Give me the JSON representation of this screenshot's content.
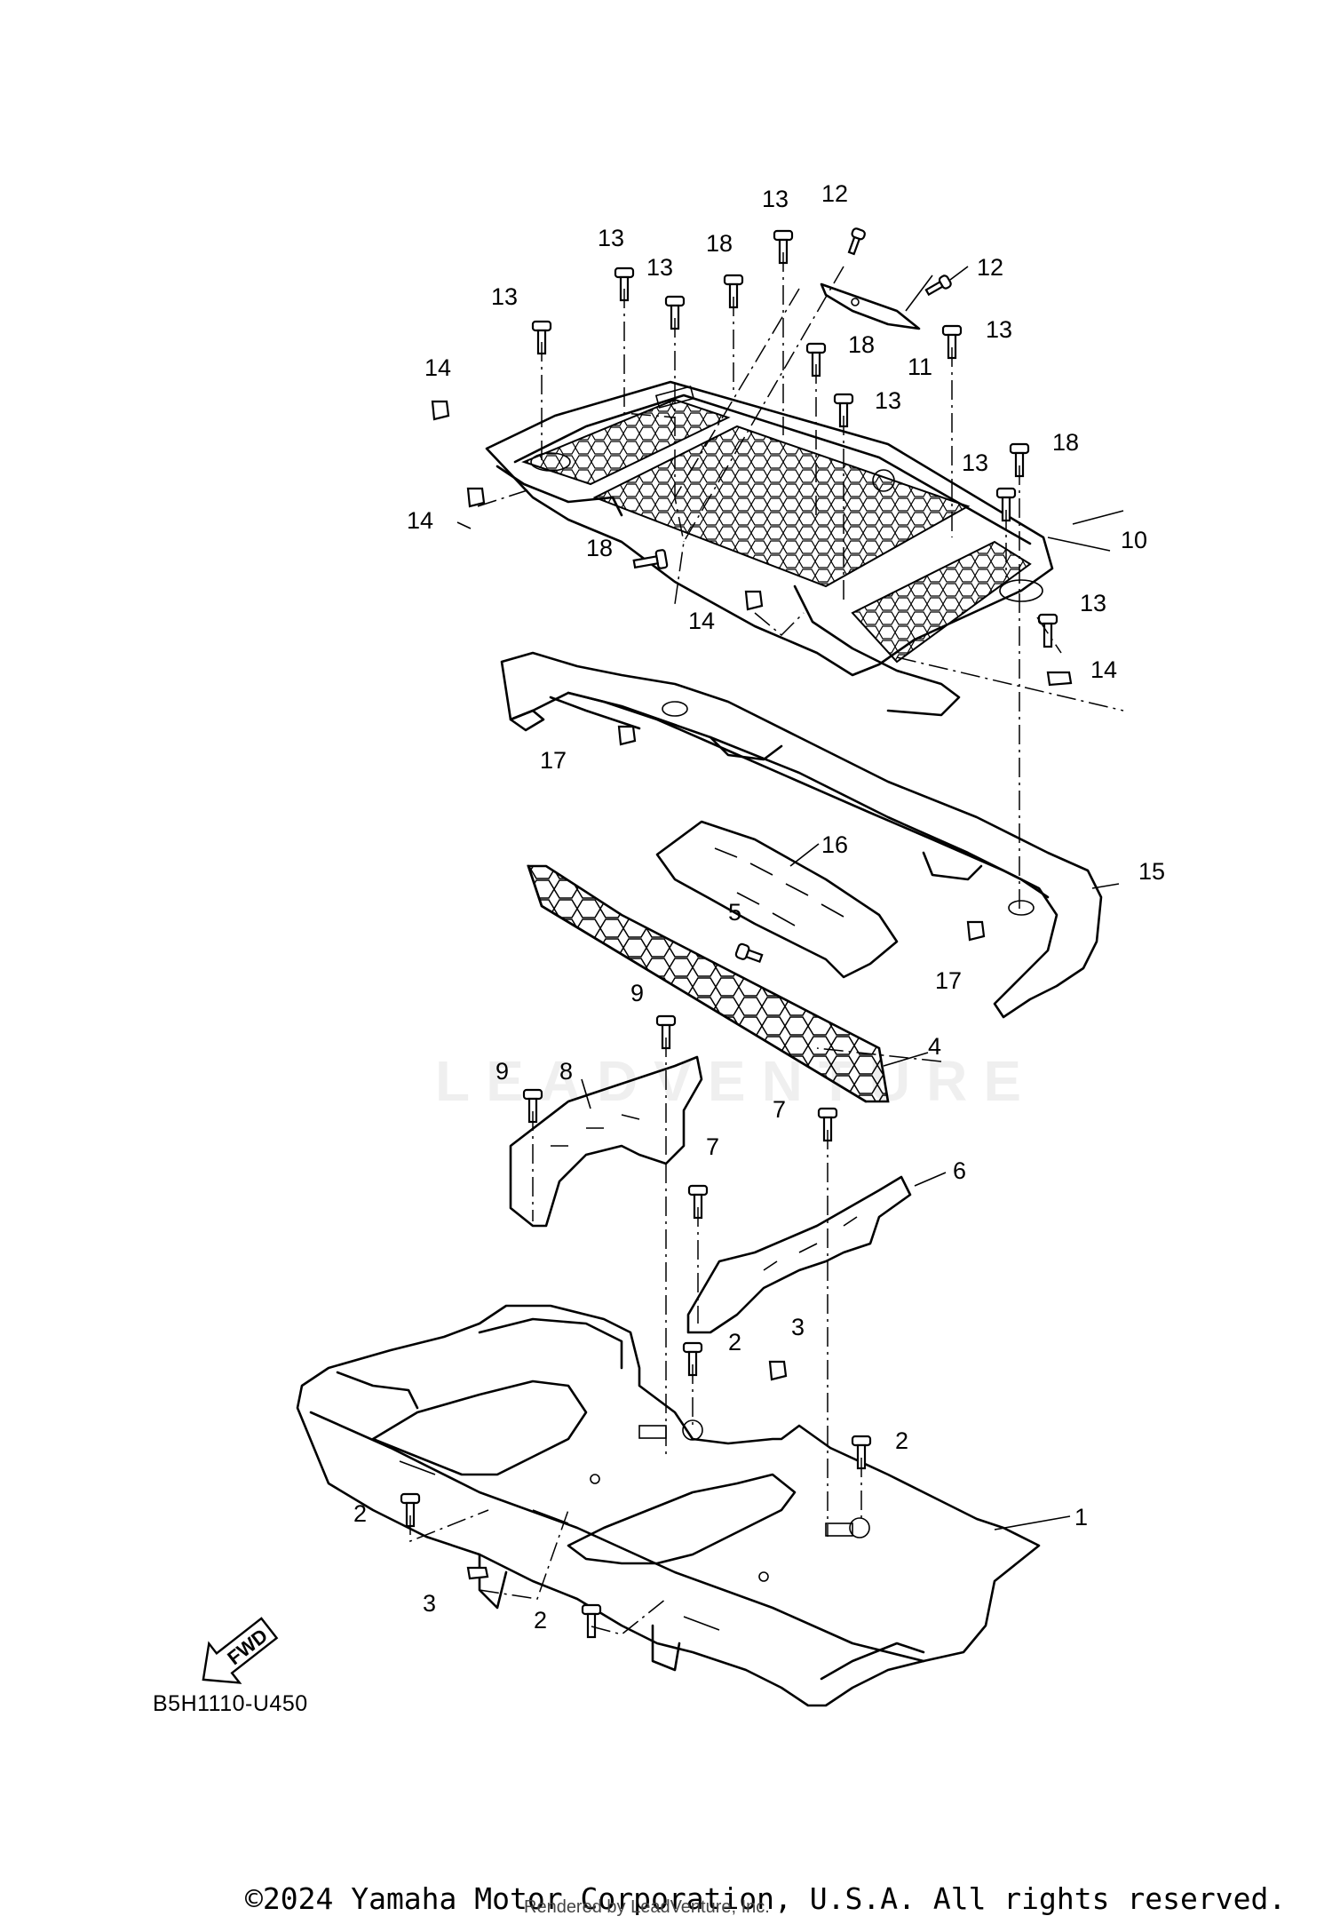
{
  "diagram": {
    "code": "B5H1110-U450",
    "fwd_label": "FWD",
    "watermark": "LEADVENTURE",
    "copyright": "©2024 Yamaha Motor Corporation, U.S.A. All rights reserved.",
    "rendered_by": "Rendered by LeadVenture, Inc."
  },
  "callouts": {
    "p1": "1",
    "p2a": "2",
    "p2b": "2",
    "p2c": "2",
    "p2d": "2",
    "p3a": "3",
    "p3b": "3",
    "p4": "4",
    "p5": "5",
    "p6": "6",
    "p7a": "7",
    "p7b": "7",
    "p8": "8",
    "p9a": "9",
    "p9b": "9",
    "p10": "10",
    "p11": "11",
    "p12a": "12",
    "p12b": "12",
    "p13a": "13",
    "p13b": "13",
    "p13c": "13",
    "p13d": "13",
    "p13e": "13",
    "p13f": "13",
    "p13g": "13",
    "p13h": "13",
    "p14a": "14",
    "p14b": "14",
    "p14c": "14",
    "p14d": "14",
    "p15": "15",
    "p16": "16",
    "p17a": "17",
    "p17b": "17",
    "p18a": "18",
    "p18b": "18",
    "p18c": "18",
    "p18d": "18"
  },
  "icons": [
    "fwd-arrow-icon",
    "bolt-icon",
    "clip-icon",
    "honeycomb-grid"
  ]
}
